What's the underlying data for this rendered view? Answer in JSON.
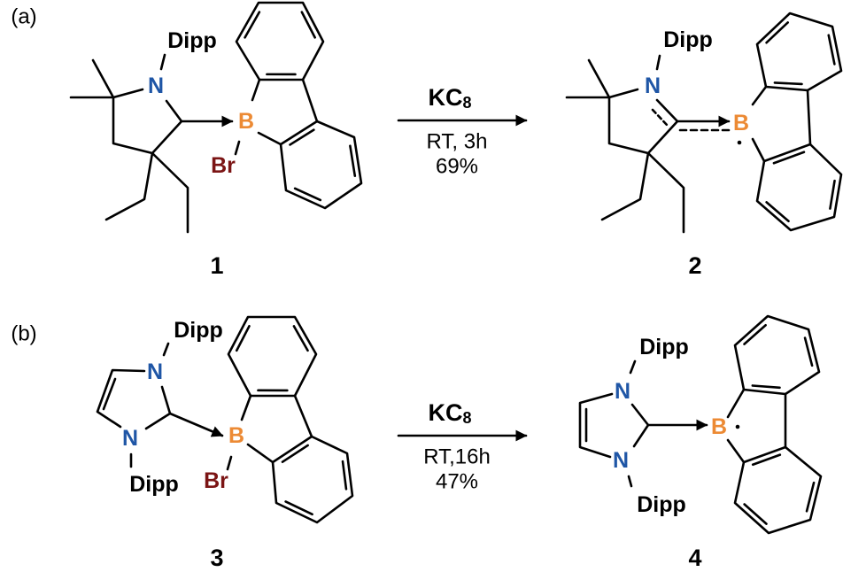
{
  "colors": {
    "nitrogen": "#1f56a6",
    "boron": "#ec8a34",
    "bromine": "#7b1414",
    "bond": "#000000"
  },
  "panels": [
    {
      "label": "(a)",
      "reactant": {
        "number": "1",
        "substituent": "Dipp",
        "nitrogen": "N",
        "boron": "B",
        "halide": "Br"
      },
      "reagent": "KC",
      "reagent_subscript": "8",
      "conditions": "RT, 3h",
      "yield": "69%",
      "product": {
        "number": "2",
        "substituent": "Dipp",
        "nitrogen": "N",
        "boron": "B"
      }
    },
    {
      "label": "(b)",
      "reactant": {
        "number": "3",
        "substituent": "Dipp",
        "nitrogen": "N",
        "boron": "B",
        "halide": "Br"
      },
      "reagent": "KC",
      "reagent_subscript": "8",
      "conditions": "RT,16h",
      "yield": "47%",
      "product": {
        "number": "4",
        "substituent": "Dipp",
        "nitrogen": "N",
        "boron": "B"
      }
    }
  ]
}
